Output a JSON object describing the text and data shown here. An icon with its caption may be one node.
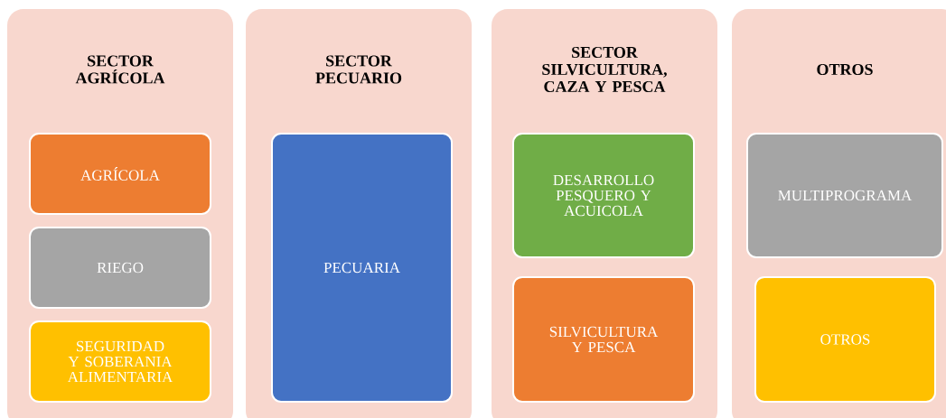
{
  "diagram": {
    "nodes": [
      {
        "text": [
          "SECTOR AGRÍCOLA"
        ]
      },
      {
        "text": [
          "AGRÍCOLA"
        ],
        "in": 0
      },
      {
        "text": [
          "RIEGO"
        ],
        "in": 0
      },
      {
        "text": [
          "SEGURIDAD Y SOBERANIA ALIMENTARIA"
        ],
        "in": 0
      },
      {
        "text": [
          "SECTOR PECUARIO"
        ]
      },
      {
        "text": [
          "PECUARIA"
        ],
        "in": 4
      },
      {
        "text": [
          "SECTOR SILVICULTURA, CAZA Y PESCA"
        ]
      },
      {
        "text": [
          "DESARROLLO PESQUERO Y ACUICOLA"
        ],
        "in": 6
      },
      {
        "text": [
          "SILVICULTURA Y PESCA"
        ],
        "in": 6
      },
      {
        "text": [
          "OTROS"
        ]
      },
      {
        "text": [
          "MULTIPROGRAMA"
        ],
        "in": 9
      },
      {
        "text": [
          "OTROS"
        ],
        "in": 9
      }
    ]
  }
}
